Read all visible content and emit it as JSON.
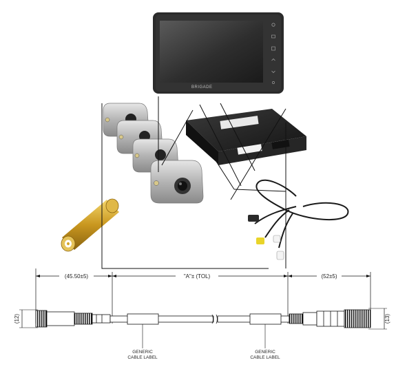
{
  "monitor": {
    "brand": "BRIGADE",
    "screen_color": "#3a3a3a",
    "frame_color": "#2b2b2b",
    "icons": [
      "power-icon",
      "menu-icon",
      "grid-icon",
      "up-icon",
      "down-icon",
      "circle-icon"
    ]
  },
  "cameras": {
    "count": 4,
    "body_color": "#b9b9b9"
  },
  "control_box": {
    "color": "#1f1f1f"
  },
  "rca_adapter": {
    "color": "#d4a62a"
  },
  "drawing": {
    "dim_left": "(45.50±5)",
    "dim_center": "\"A\"± (TOL)",
    "dim_right": "(52±5)",
    "dim_height_left": "(12)",
    "dim_height_right": "(13)",
    "label_left_line1": "GENERIC",
    "label_left_line2": "CABLE LABEL",
    "label_right_line1": "GENERIC",
    "label_right_line2": "CABLE LABEL"
  }
}
